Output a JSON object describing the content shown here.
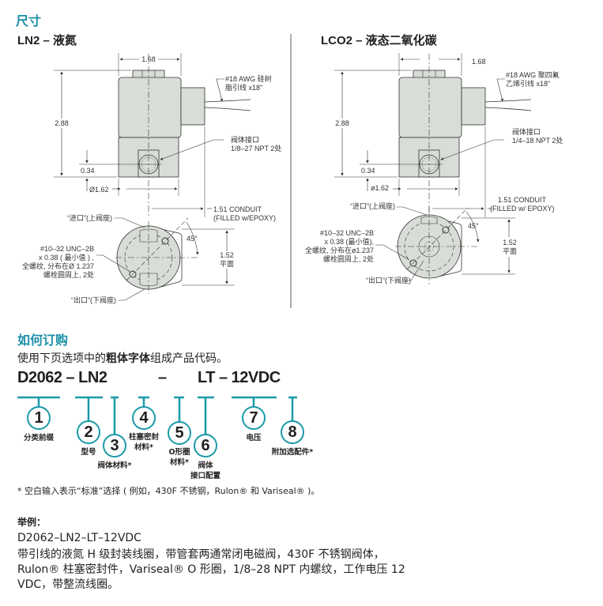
{
  "colors": {
    "accent": "#1a8fa8",
    "body_fill": "#d9ddd7"
  },
  "dimensions": {
    "title": "尺寸",
    "ln2": {
      "title": "LN2 – 液氮",
      "width": "1.68",
      "height": "2.88",
      "port_height": "0.34",
      "diameter": "Ø1.62",
      "lead_wire": [
        "#18 AWG 硅树",
        "脂引线 x18\""
      ],
      "port": [
        "阀体接口",
        "1/8–27 NPT 2处"
      ],
      "conduit": [
        "1.51 CONDUIT",
        "(FILLED w/EPOXY)"
      ],
      "inlet": "“进口”(上阀座)",
      "outlet": "“出口”(下阀座)",
      "angle": "45°",
      "flat": [
        "1.52",
        "平面"
      ],
      "thread": [
        "#10–32 UNC–2B",
        "x 0.38 ( 最小值 ) ,",
        "全螺纹, 分布在Ø 1.237",
        "螺栓圆周上, 2处"
      ]
    },
    "lco2": {
      "title": "LCO2 – 液态二氧化碳",
      "width": "1.68",
      "height": "2.88",
      "port_height": "0.34",
      "diameter": "ø1.62",
      "lead_wire": [
        "#18 AWG 聚四氟",
        "乙烯引线 x18\""
      ],
      "port": [
        "阀体接口",
        "1/4–18 NPT 2处"
      ],
      "conduit": [
        "1.51 CONDUIT",
        "(FILLED w/ EPOXY)"
      ],
      "inlet": "“进口”(上阀座)",
      "outlet": "“出口”(下阀座)",
      "angle": "45°",
      "flat": [
        "1.52",
        "平面"
      ],
      "thread": [
        "#10–32 UNC–2B",
        "x 0.38 (最小值),",
        "全螺纹, 分布在ø1.237",
        "螺栓圆周上, 2处"
      ]
    }
  },
  "ordering": {
    "title": "如何订购",
    "intro_pre": "使用下页选项中的",
    "intro_bold": "粗体字体",
    "intro_post": "组成产品代码。",
    "code_part1": "D2062 – LN2",
    "code_part2": "–",
    "code_part3": "LT – 12VDC",
    "fields": [
      {
        "num": "1",
        "label": "分类前缀"
      },
      {
        "num": "2",
        "label": "型号"
      },
      {
        "num": "3",
        "label": "阀体材料*"
      },
      {
        "num": "4",
        "label": "柱塞密封\n材料*"
      },
      {
        "num": "5",
        "label": "O形圈\n材料*"
      },
      {
        "num": "6",
        "label": "阀体\n接口配置"
      },
      {
        "num": "7",
        "label": "电压"
      },
      {
        "num": "8",
        "label": "附加选配件*"
      }
    ],
    "footnote": "* 空白输入表示“标准”选择 ( 例如，430F 不锈钢，Rulon® 和 Variseal® )。"
  },
  "example": {
    "title": "举例：",
    "code": "D2062–LN2–LT–12VDC",
    "description": "带引线的液氮 H 级封装线圈，带管套两通常闭电磁阀，430F 不锈钢阀体，Rulon® 柱塞密封件，Variseal® O 形圈，1/8–28 NPT 内螺纹，工作电压 12 VDC，带整流线圈。"
  }
}
